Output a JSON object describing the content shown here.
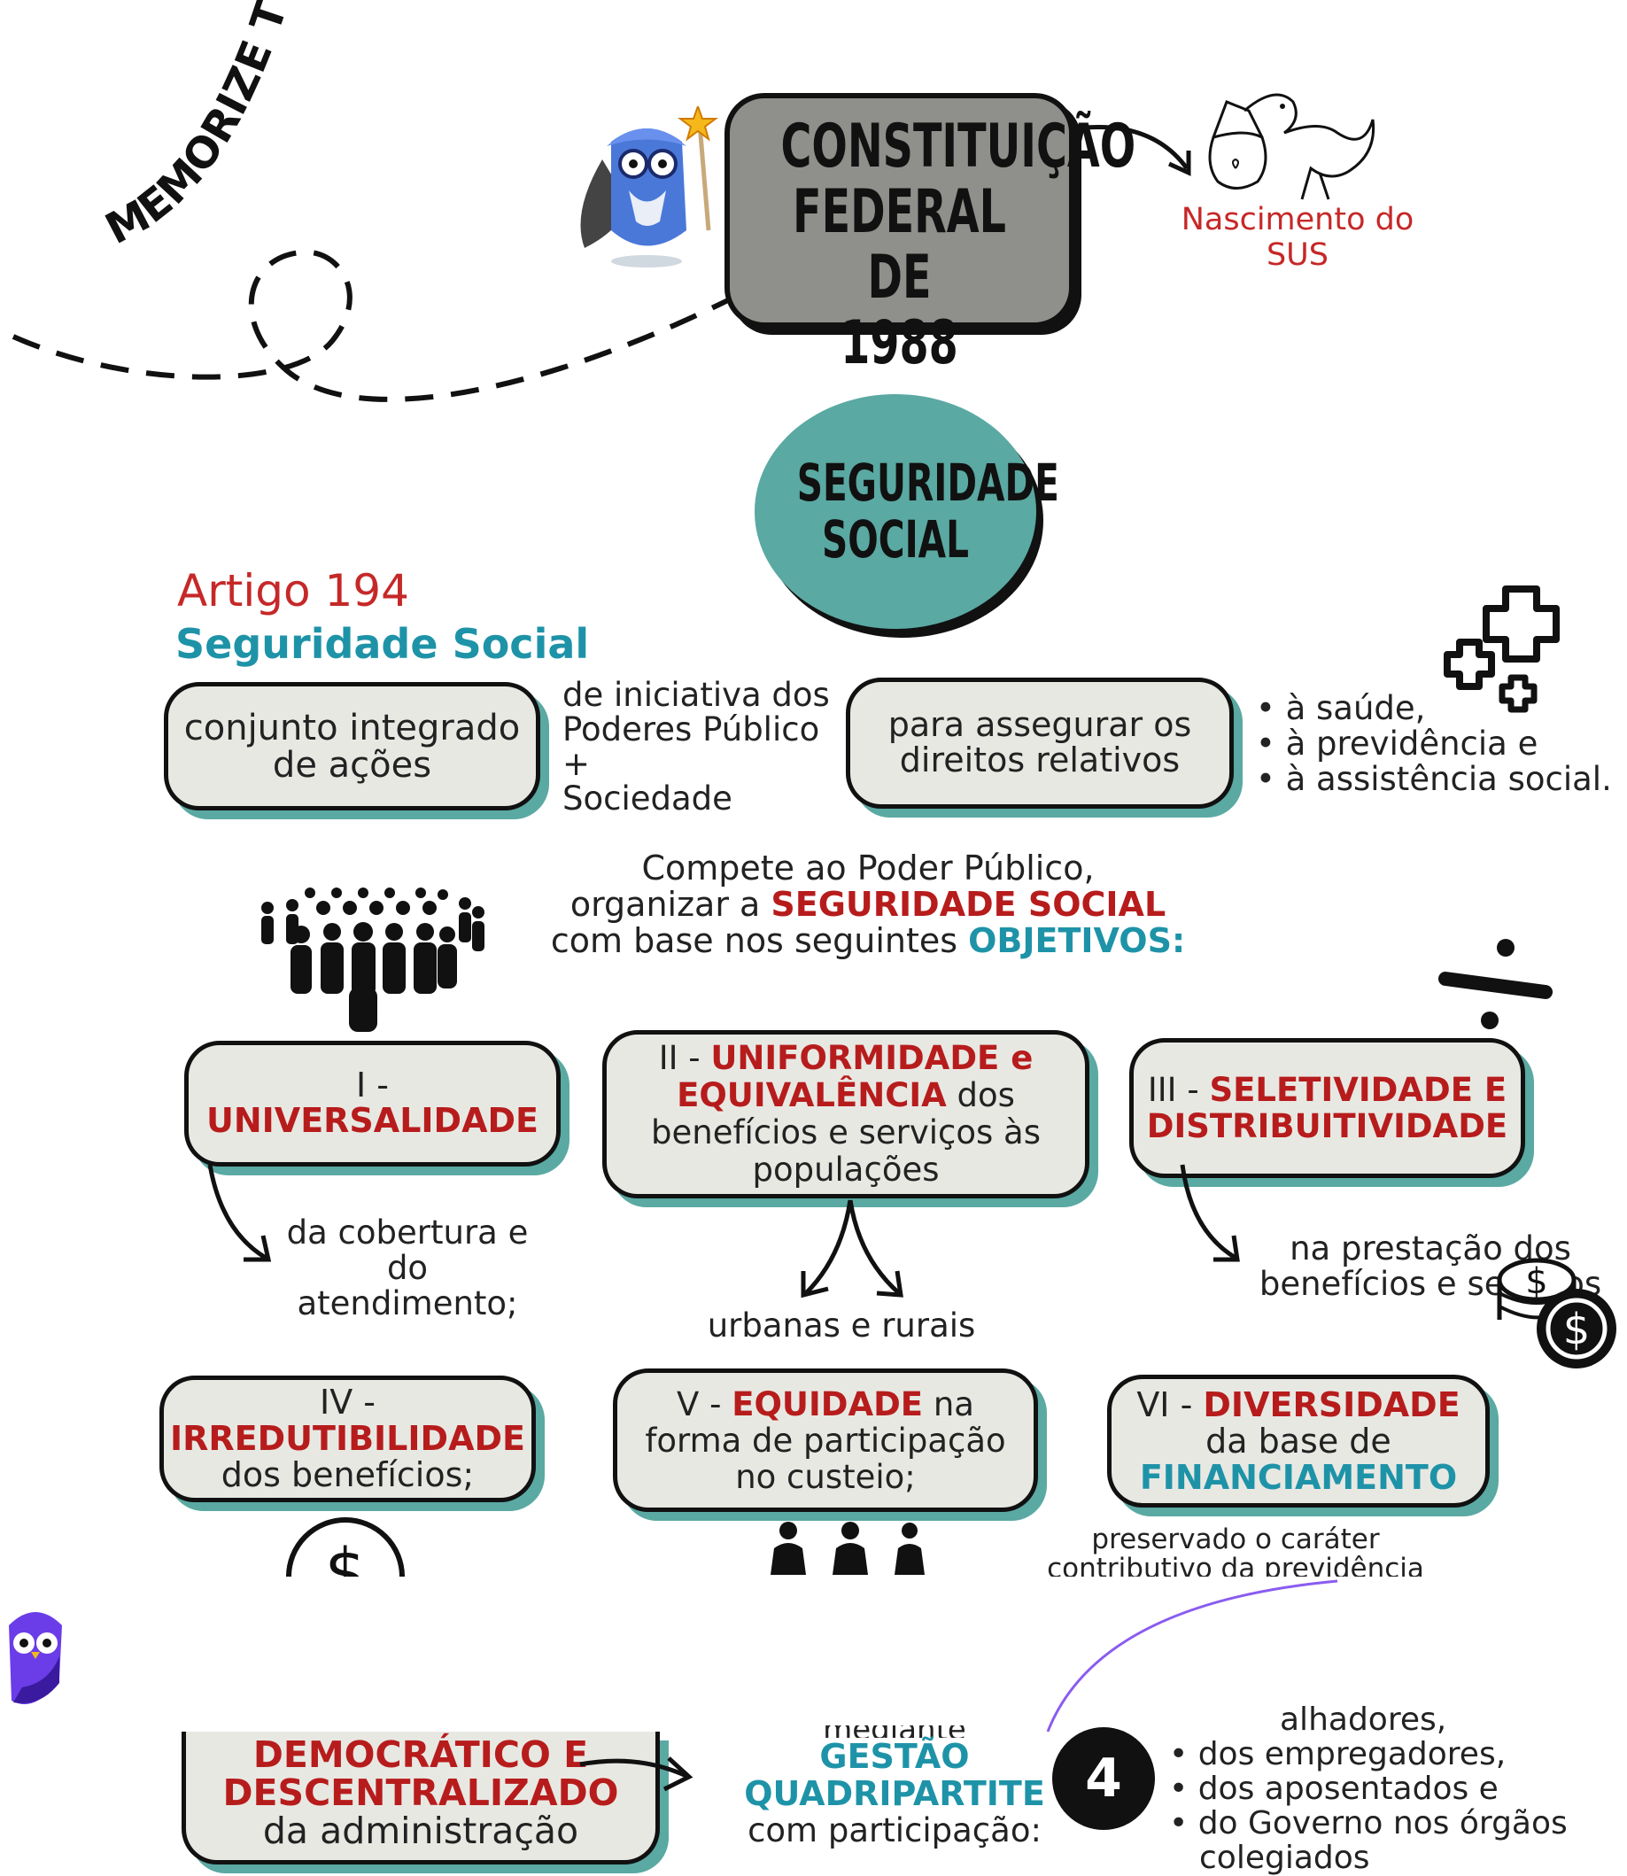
{
  "header": {
    "memorize": "MEMORIZE TUDO!",
    "cf_title": [
      "CONSTITUIÇÃO",
      "FEDERAL DE",
      "1988"
    ],
    "sus_birth": "Nascimento do SUS"
  },
  "seguridade_circle": [
    "SEGURIDADE",
    "SOCIAL"
  ],
  "artigo": {
    "number": "Artigo 194",
    "subtitle": "Seguridade Social",
    "box1": "conjunto integrado de ações",
    "initiative": [
      "de iniciativa dos",
      "Poderes Público",
      "+",
      "Sociedade"
    ],
    "box2": "para assegurar os direitos relativos",
    "rights": [
      "à saúde,",
      "à previdência e",
      "à assistência social."
    ]
  },
  "compete": {
    "line1": "Compete ao Poder Público,",
    "line2_plain": "organizar a ",
    "line2_bold": "SEGURIDADE SOCIAL",
    "line3_plain": "com base nos seguintes ",
    "line3_bold": "OBJETIVOS:"
  },
  "objectives": {
    "o1": {
      "prefix": "I - ",
      "bold": "UNIVERSALIDADE",
      "note": [
        "da cobertura e",
        "do atendimento;"
      ]
    },
    "o2": {
      "prefix": "II - ",
      "bold1": "UNIFORMIDADE e",
      "bold2": "EQUIVALÊNCIA",
      "rest1": " dos",
      "rest2": "benefícios e serviços às",
      "rest3": "populações",
      "note": "urbanas e rurais"
    },
    "o3": {
      "prefix": "III - ",
      "bold1": "SELETIVIDADE E",
      "bold2": "DISTRIBUITIVIDADE",
      "note": [
        "na prestação dos",
        "benefícios e serviços"
      ]
    },
    "o4": {
      "prefix": "IV -",
      "bold": "IRREDUTIBILIDADE",
      "rest": "dos benefícios;"
    },
    "o5": {
      "prefix": "V - ",
      "bold": "EQUIDADE",
      "rest1": " na",
      "rest2": "forma de participação",
      "rest3": "no custeio;"
    },
    "o6": {
      "prefix": "VI - ",
      "bold": "DIVERSIDADE",
      "rest": "da base de",
      "bold2": "FINANCIAMENTO",
      "note": [
        "preservado o caráter",
        "contributivo da previdência socia"
      ]
    },
    "o7": {
      "bold1": "DEMOCRÁTICO E",
      "bold2": "DESCENTRALIZADO",
      "rest": "da administração",
      "mediante": "mediante",
      "gestao1": "GESTÃO",
      "gestao2": "QUADRIPARTITE",
      "com": "com participação:",
      "number": "4",
      "parts": [
        "alhadores,",
        "dos empregadores,",
        "dos aposentados e",
        "do Governo nos órgãos",
        "colegiados"
      ]
    }
  },
  "colors": {
    "teal": "#5aa9a2",
    "red": "#b71c1c",
    "blue": "#1e93a8",
    "gray_box": "#8f8f8b",
    "purple": "#7b3fe4"
  },
  "icons": [
    "owl-mascot-icon",
    "stork-icon",
    "medical-cross-icon",
    "crowd-icon",
    "division-icon",
    "coins-icon",
    "dollar-icon",
    "people-icon",
    "owl-logo-icon"
  ]
}
